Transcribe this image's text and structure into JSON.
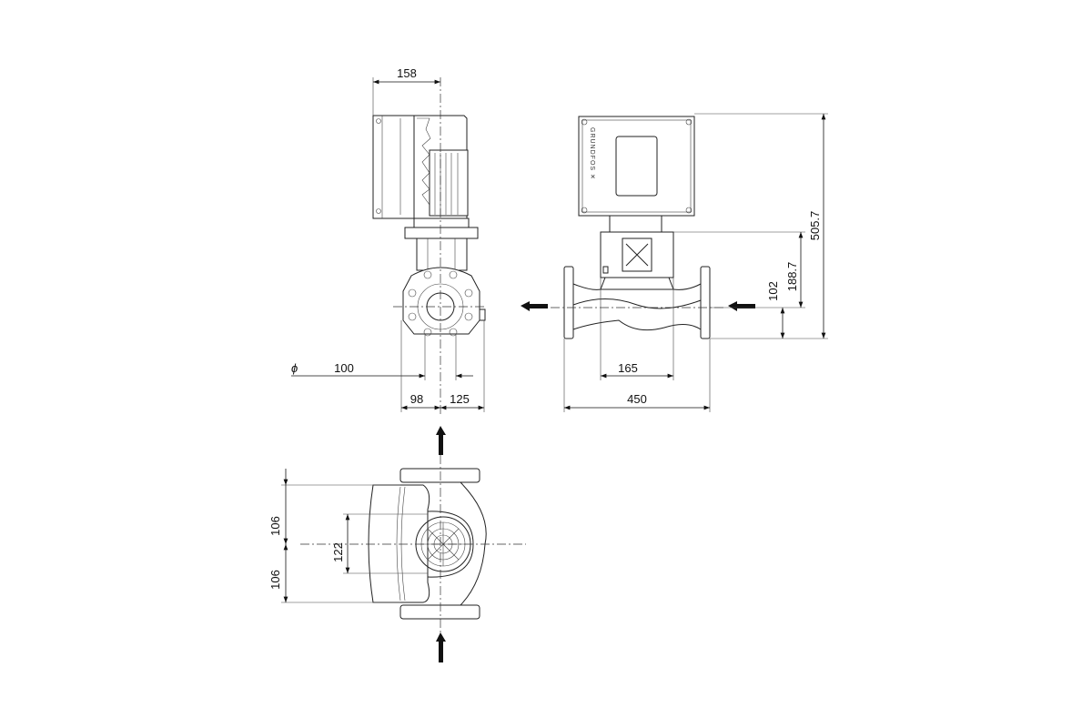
{
  "drawing": {
    "brand_logo_text": "GRUNDFOS",
    "side_view": {
      "dim_width_top": "158",
      "dim_flange_dia_symbol": "ϕ",
      "dim_flange_dia": "100",
      "dim_left": "98",
      "dim_right": "125"
    },
    "front_view": {
      "dim_motor_base": "165",
      "dim_port_to_port": "450",
      "dim_total_height": "505.7",
      "dim_flange_height": "188.7",
      "dim_bottom": "102"
    },
    "top_view": {
      "dim_upper": "106",
      "dim_lower": "106",
      "dim_fan": "122"
    }
  }
}
